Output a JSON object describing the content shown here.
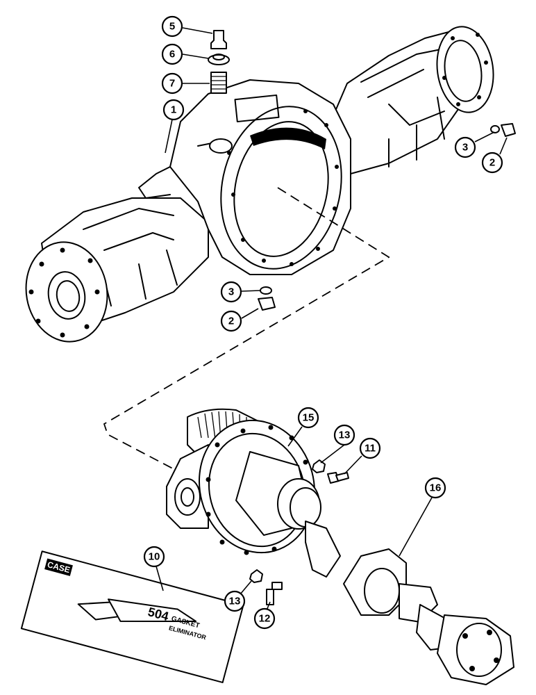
{
  "callouts": [
    {
      "id": "c5",
      "label": "5"
    },
    {
      "id": "c6",
      "label": "6"
    },
    {
      "id": "c7",
      "label": "7"
    },
    {
      "id": "c1",
      "label": "1"
    },
    {
      "id": "c3r",
      "label": "3"
    },
    {
      "id": "c2r",
      "label": "2"
    },
    {
      "id": "c3b",
      "label": "3"
    },
    {
      "id": "c2b",
      "label": "2"
    },
    {
      "id": "c15",
      "label": "15"
    },
    {
      "id": "c13a",
      "label": "13"
    },
    {
      "id": "c11",
      "label": "11"
    },
    {
      "id": "c16",
      "label": "16"
    },
    {
      "id": "c10",
      "label": "10"
    },
    {
      "id": "c13b",
      "label": "13"
    },
    {
      "id": "c12",
      "label": "12"
    }
  ],
  "sealant_package": {
    "brand": "CASE",
    "product_number": "504",
    "product_name_line1": "GASKET",
    "product_name_line2": "ELIMINATOR"
  }
}
